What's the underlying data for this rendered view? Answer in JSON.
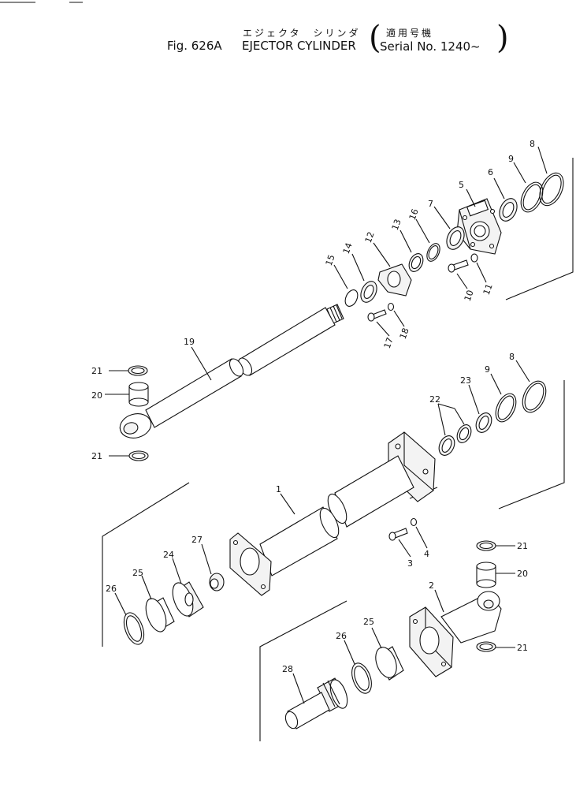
{
  "header": {
    "title_jp": "エジェクタ　シリンダ",
    "fig_label": "Fig. 626A",
    "title_en": "EJECTOR CYLINDER",
    "applicable_jp": "適用号機",
    "serial_label": "Serial No. 1240~"
  },
  "callouts": {
    "c1": "1",
    "c2": "2",
    "c3": "3",
    "c4": "4",
    "c5": "5",
    "c6": "6",
    "c7": "7",
    "c8a": "8",
    "c8b": "8",
    "c9a": "9",
    "c9b": "9",
    "c10": "10",
    "c11": "11",
    "c12": "12",
    "c13": "13",
    "c14": "14",
    "c15": "15",
    "c16": "16",
    "c17": "17",
    "c18": "18",
    "c19": "19",
    "c20a": "20",
    "c20b": "20",
    "c21a": "21",
    "c21b": "21",
    "c21c": "21",
    "c21d": "21",
    "c22": "22",
    "c23": "23",
    "c24": "24",
    "c25a": "25",
    "c25b": "25",
    "c26a": "26",
    "c26b": "26",
    "c27": "27",
    "c28": "28"
  }
}
